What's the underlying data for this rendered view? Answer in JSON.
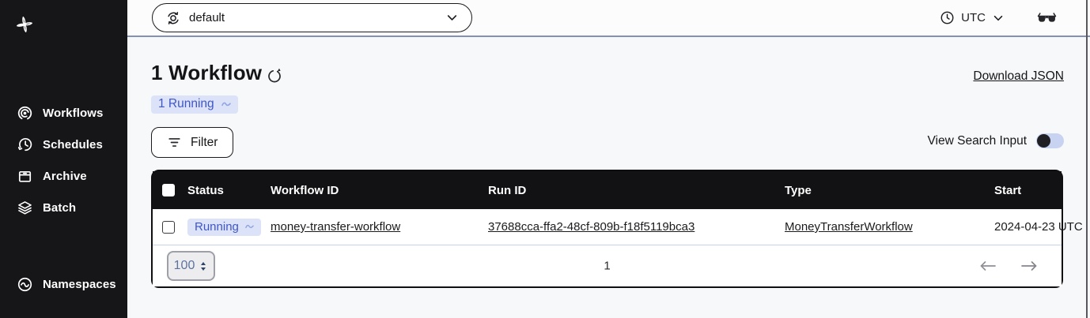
{
  "sidebar": {
    "nav": [
      {
        "label": "Workflows"
      },
      {
        "label": "Schedules"
      },
      {
        "label": "Archive"
      },
      {
        "label": "Batch"
      }
    ],
    "bottom_nav": [
      {
        "label": "Namespaces"
      }
    ]
  },
  "topbar": {
    "namespace_selector": {
      "value": "default"
    },
    "timezone": {
      "label": "UTC"
    }
  },
  "main": {
    "title": "1 Workflow",
    "download_link_label": "Download JSON",
    "status_summary": {
      "count_label": "1 Running"
    },
    "filter_button_label": "Filter",
    "search_toggle_label": "View Search Input",
    "search_toggle_on": false
  },
  "table": {
    "columns": [
      "Status",
      "Workflow ID",
      "Run ID",
      "Type",
      "Start"
    ],
    "rows": [
      {
        "status": "Running",
        "workflow_id": "money-transfer-workflow",
        "run_id": "37688cca-ffa2-48cf-809b-f18f5119bca3",
        "type": "MoneyTransferWorkflow",
        "start": "2024-04-23 UTC"
      }
    ],
    "pagination": {
      "page_size": "100",
      "current_page": "1"
    }
  },
  "colors": {
    "sidebar_bg": "#161619",
    "table_header_bg": "#121214",
    "badge_bg": "#dce3f9",
    "badge_text": "#3f56c6",
    "topbar_divider": "#8391b5",
    "content_bg": "#f7f8fa"
  }
}
